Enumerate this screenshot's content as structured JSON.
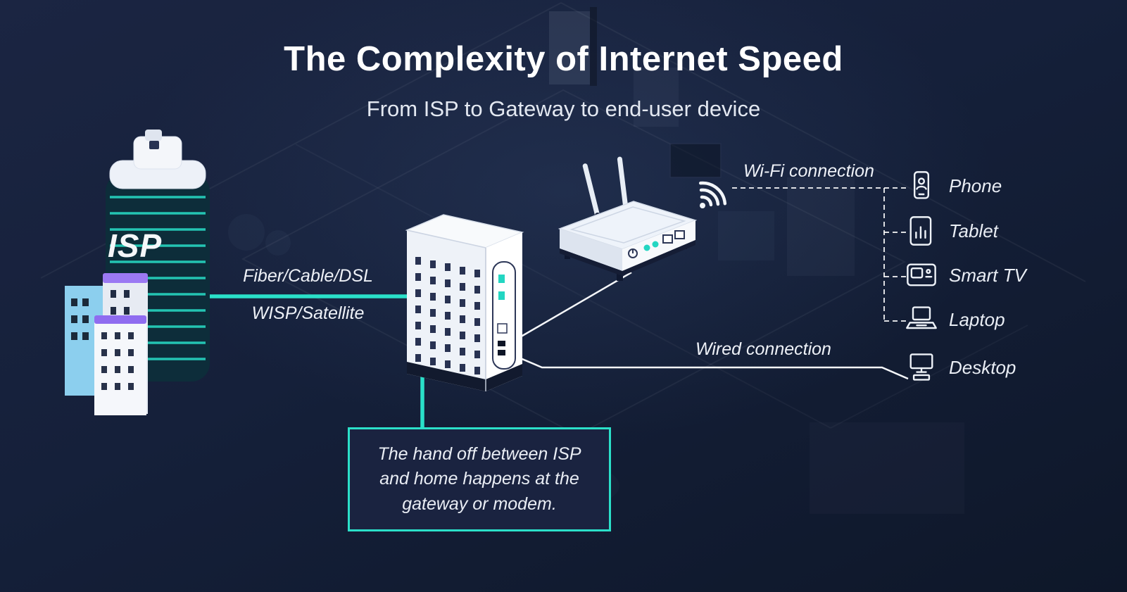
{
  "header": {
    "title": "The Complexity of Internet Speed",
    "subtitle": "From ISP to Gateway to end-user device"
  },
  "isp_building": {
    "label": "ISP"
  },
  "connections": {
    "isp_link_top": "Fiber/Cable/DSL",
    "isp_link_bottom": "WISP/Satellite",
    "wifi_label": "Wi-Fi connection",
    "wired_label": "Wired connection"
  },
  "callout": {
    "text": "The hand off between ISP and home happens at the gateway or modem."
  },
  "devices": [
    {
      "label": "Phone"
    },
    {
      "label": "Tablet"
    },
    {
      "label": "Smart TV"
    },
    {
      "label": "Laptop"
    },
    {
      "label": "Desktop"
    }
  ],
  "colors": {
    "accent_teal": "#2be0c9",
    "background_navy": "#141d36",
    "text_white": "#ffffff",
    "purple_accent": "#9b79f3"
  }
}
